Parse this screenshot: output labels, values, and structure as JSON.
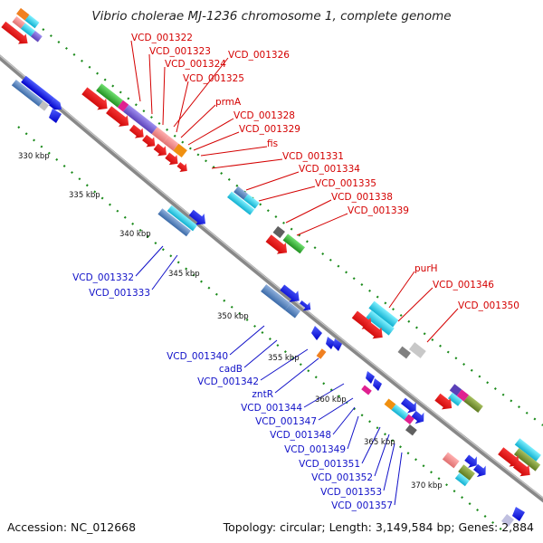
{
  "title": "Vibrio cholerae MJ-1236 chromosome 1, complete genome",
  "footer": {
    "accession": "Accession: NC_012668",
    "topology": "Topology: circular; Length: 3,149,584 bp; Genes: 2,884"
  },
  "colors": {
    "backbone": "#888888",
    "label_plus": "#d40000",
    "label_minus": "#1010c8",
    "tick": "#1a8a1a"
  },
  "ticks": [
    "330 kbp",
    "335 kbp",
    "340 kbp",
    "345 kbp",
    "350 kbp",
    "355 kbp",
    "360 kbp",
    "365 kbp",
    "370 kbp"
  ],
  "labels_plus": [
    "VCD_001322",
    "VCD_001323",
    "VCD_001324",
    "VCD_001326",
    "VCD_001325",
    "prmA",
    "VCD_001328",
    "VCD_001329",
    "fis",
    "VCD_001331",
    "VCD_001334",
    "VCD_001335",
    "VCD_001338",
    "VCD_001339",
    "purH",
    "VCD_001346",
    "VCD_001350"
  ],
  "labels_minus": [
    "VCD_001332",
    "VCD_001333",
    "VCD_001340",
    "cadB",
    "VCD_001342",
    "zntR",
    "VCD_001344",
    "VCD_001347",
    "VCD_001348",
    "VCD_001349",
    "VCD_001351",
    "VCD_001352",
    "VCD_001353",
    "VCD_001357"
  ]
}
